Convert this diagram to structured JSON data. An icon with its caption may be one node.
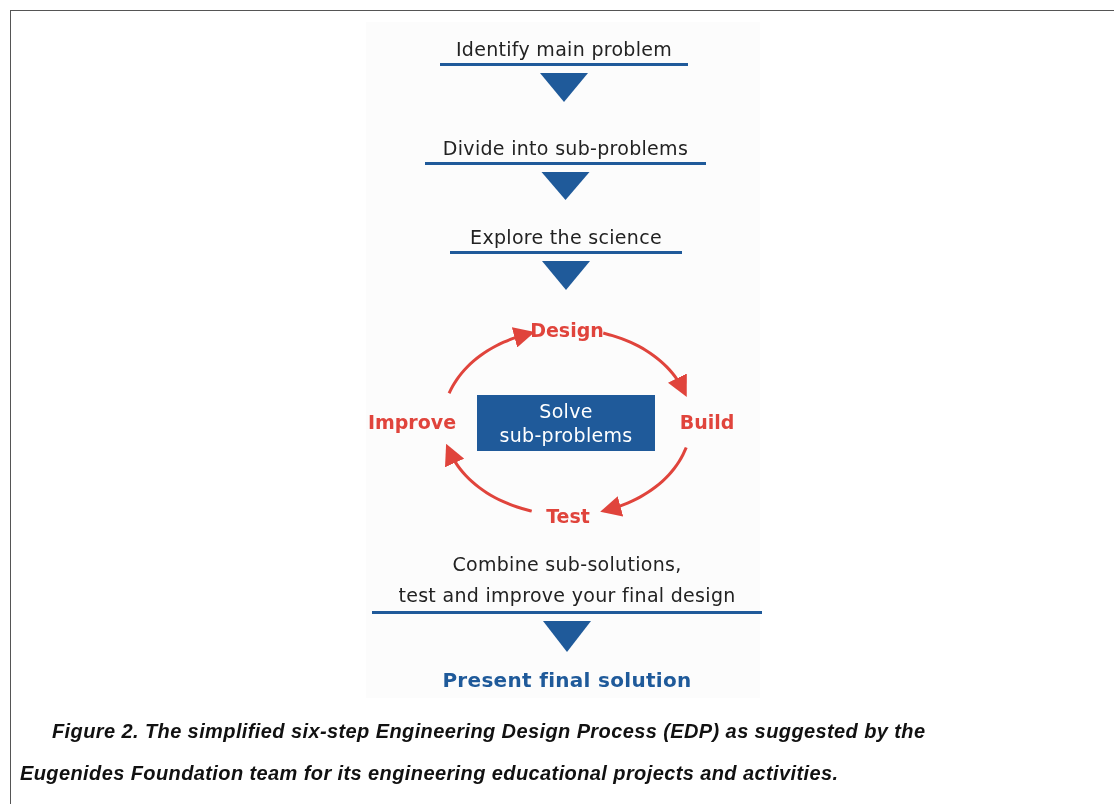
{
  "diagram": {
    "caption": "Figure 2. The simplified six-step Engineering Design Process (EDP) as suggested by the Eugenides Foundation team for its engineering educational projects and activities.",
    "nodes": [
      {
        "text": [
          "Identify main problem"
        ]
      },
      {
        "text": [
          "Divide into sub-problems"
        ]
      },
      {
        "text": [
          "Explore the science"
        ]
      },
      {
        "text": [
          "Design"
        ]
      },
      {
        "text": [
          "Build"
        ]
      },
      {
        "text": [
          "Test"
        ]
      },
      {
        "text": [
          "Improve"
        ]
      },
      {
        "text": [
          "Solve sub-problems"
        ]
      },
      {
        "text": [
          "Combine sub-solutions, test and improve your final design"
        ]
      },
      {
        "text": [
          "Present final solution"
        ]
      }
    ],
    "edges": [
      {
        "from": 0,
        "to": 1,
        "arrow": "to",
        "color": "#1f5a9a"
      },
      {
        "from": 1,
        "to": 2,
        "arrow": "to",
        "color": "#1f5a9a"
      },
      {
        "from": 2,
        "to": 3,
        "arrow": "to",
        "color": "#1f5a9a"
      },
      {
        "from": 3,
        "to": 4,
        "arrow": "to",
        "color": "#e0443c"
      },
      {
        "from": 4,
        "to": 5,
        "arrow": "to",
        "color": "#e0443c"
      },
      {
        "from": 5,
        "to": 6,
        "arrow": "to",
        "color": "#e0443c"
      },
      {
        "from": 6,
        "to": 3,
        "arrow": "to",
        "color": "#e0443c"
      },
      {
        "from": 8,
        "to": 9,
        "arrow": "to",
        "color": "#1f5a9a"
      }
    ]
  }
}
